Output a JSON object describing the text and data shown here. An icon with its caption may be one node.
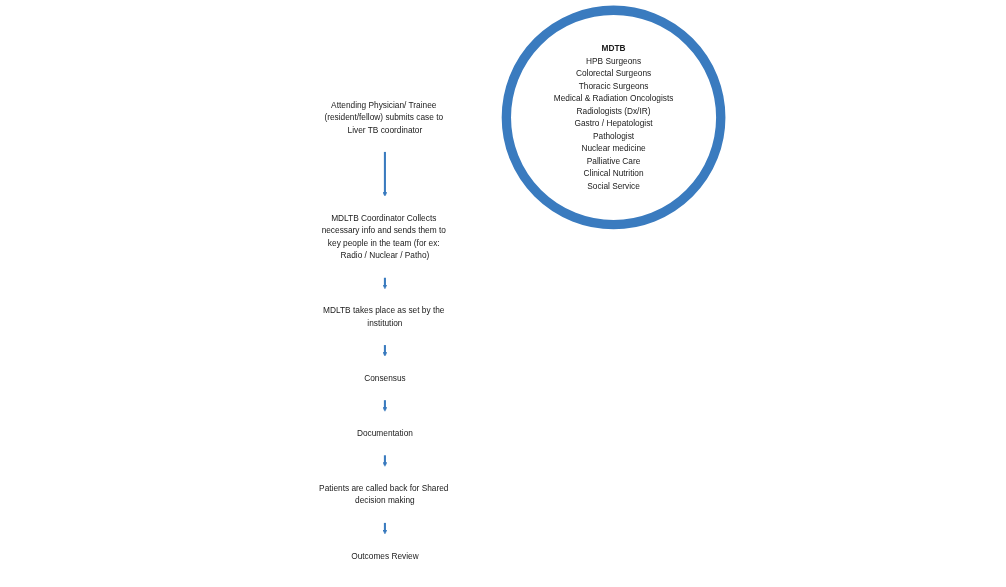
{
  "diagram": {
    "nodes": [
      {
        "text": [
          "Consensus"
        ]
      },
      {
        "text": [
          "Documentation"
        ]
      },
      {
        "text": [
          "Patients are called back for Shared decision making"
        ]
      },
      {
        "text": [
          "Outcomes Review"
        ]
      },
      {
        "text": [
          "Attending Physician/ Trainee (resident/fellow) submits case to Liver TB coordinator"
        ]
      },
      {
        "text": [
          "MDLTB Coordinator Collects necessary info and sends them to key people in the team (for ex: Radio / Nuclear / Patho)"
        ]
      },
      {
        "text": [
          "MDLTB takes place as set by the institution"
        ]
      },
      {
        "text": [
          "MDTB",
          "HPB Surgeons",
          "Colorectal Surgeons",
          "Thoracic Surgeons",
          "Medical & Radiation Oncologists",
          "Radiologists (Dx/IR)",
          "Gastro / Hepatologist",
          "Pathologist",
          "Nuclear medicine",
          "Palliative Care",
          "Clinical Nutrition",
          "Social Service"
        ]
      }
    ],
    "edges": [
      {
        "from": 4,
        "to": 5,
        "arrow": "to"
      },
      {
        "from": 5,
        "to": 6,
        "arrow": "to"
      },
      {
        "from": 6,
        "to": 0,
        "arrow": "to"
      },
      {
        "from": 0,
        "to": 1,
        "arrow": "to"
      },
      {
        "from": 1,
        "to": 2,
        "arrow": "to"
      },
      {
        "from": 2,
        "to": 3,
        "arrow": "to"
      }
    ]
  }
}
